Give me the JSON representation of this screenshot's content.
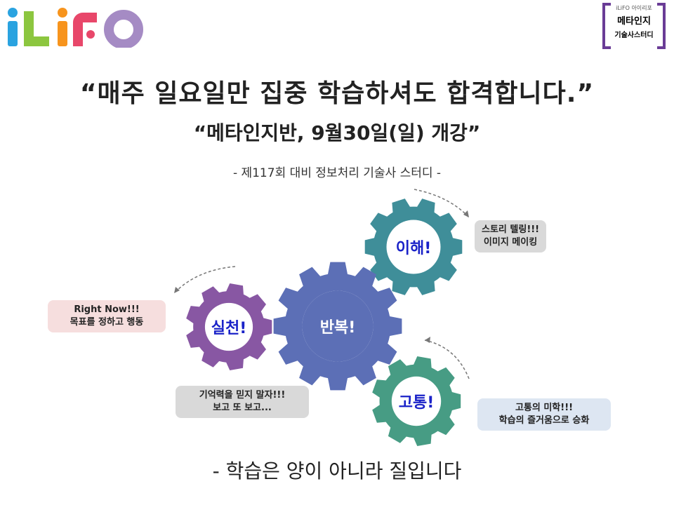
{
  "logo": {
    "text": "iLiFO",
    "colors": [
      "#2aa3e0",
      "#8cc63f",
      "#f7941d",
      "#e8476a",
      "#a58bc4"
    ]
  },
  "badge": {
    "small": "iLiFO 아이리포",
    "title": "메타인지",
    "subtitle": "기술사스터디",
    "bracket_color": "#6a3c96"
  },
  "headline": "“매주 일요일만 집중 학습하셔도 합격합니다.”",
  "subheadline": "“메타인지반, 9월30일(일)  개강”",
  "tagline": "- 제117회 대비 정보처리 기술사 스터디 -",
  "gears": [
    {
      "label": "이해!",
      "color": "#3f8e99"
    },
    {
      "label": "반복!",
      "color": "#5c6fb6"
    },
    {
      "label": "실천!",
      "color": "#8857a3"
    },
    {
      "label": "고통!",
      "color": "#479c84"
    }
  ],
  "bubbles": {
    "understand": [
      "스토리 텔링!!!",
      "이미지 메이킹"
    ],
    "practice": [
      "Right Now!!!",
      "목표를 정하고 행동"
    ],
    "repeat": [
      "기억력을 믿지 말자!!!",
      "보고 또 보고..."
    ],
    "pain": [
      "고통의 미학!!!",
      "학습의 즐거움으로 승화"
    ]
  },
  "footer": "- 학습은 양이 아니라 질입니다"
}
